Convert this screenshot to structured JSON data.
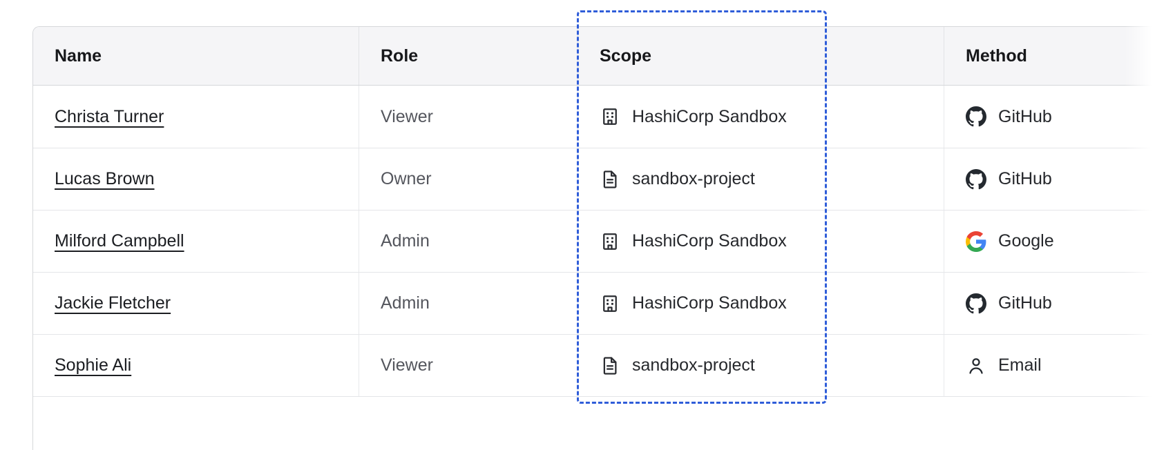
{
  "annotation": {
    "highlight_color": "#2f5dd9",
    "highlighted_column": "Scope"
  },
  "table": {
    "columns": [
      {
        "id": "name",
        "label": "Name"
      },
      {
        "id": "role",
        "label": "Role"
      },
      {
        "id": "scope",
        "label": "Scope"
      },
      {
        "id": "method",
        "label": "Method"
      }
    ],
    "rows": [
      {
        "name": "Christa Turner",
        "role": "Viewer",
        "scope": "HashiCorp Sandbox",
        "scope_icon": "org-building-icon",
        "method": "GitHub",
        "method_icon": "github-icon"
      },
      {
        "name": "Lucas Brown",
        "role": "Owner",
        "scope": "sandbox-project",
        "scope_icon": "document-icon",
        "method": "GitHub",
        "method_icon": "github-icon"
      },
      {
        "name": "Milford Campbell",
        "role": "Admin",
        "scope": "HashiCorp Sandbox",
        "scope_icon": "org-building-icon",
        "method": "Google",
        "method_icon": "google-icon"
      },
      {
        "name": "Jackie Fletcher",
        "role": "Admin",
        "scope": "HashiCorp Sandbox",
        "scope_icon": "org-building-icon",
        "method": "GitHub",
        "method_icon": "github-icon"
      },
      {
        "name": "Sophie Ali",
        "role": "Viewer",
        "scope": "sandbox-project",
        "scope_icon": "document-icon",
        "method": "Email",
        "method_icon": "person-icon"
      }
    ]
  }
}
